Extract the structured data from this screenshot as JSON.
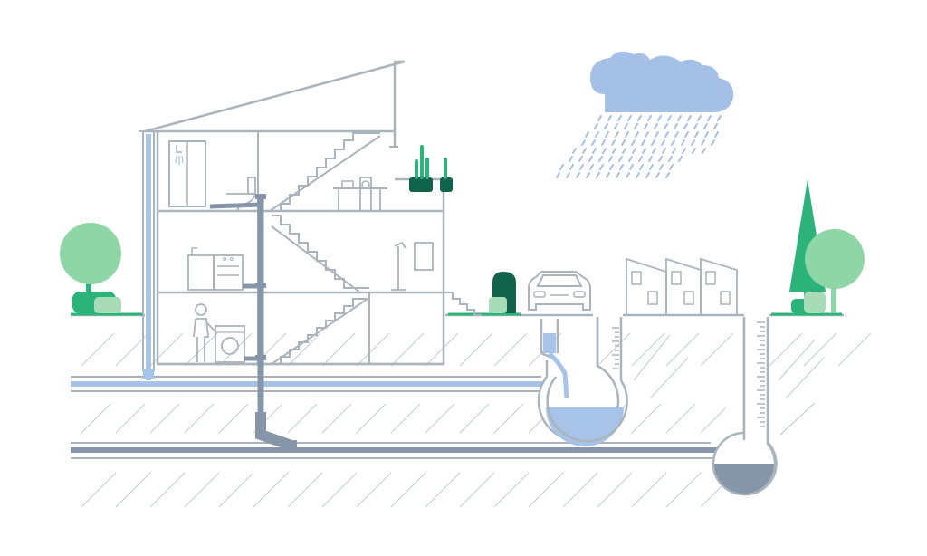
{
  "diagram": {
    "kind": "house-drainage-cross-section",
    "elements": [
      "house",
      "rain-cloud",
      "rain",
      "downpipe",
      "stormwater-pipe",
      "wastewater-pipe",
      "stormwater-chamber",
      "wastewater-chamber",
      "car",
      "neighbouring-houses",
      "trees",
      "bins"
    ]
  },
  "colors": {
    "outline": "#a9b4bc",
    "ground_line": "#b6bfc5",
    "hatch": "#c9cfd3",
    "stormwater": "#a7c3e8",
    "wastewater": "#8795a8",
    "cloud": "#a4c0e6",
    "rain": "#a4c0e6",
    "tree_light": "#8ed6a5",
    "tree_dark": "#2bb37a",
    "grass": "#2fb378",
    "bin_dark": "#11624a",
    "bin_mid": "#2e9e6a",
    "bush_light": "#a8dcb8"
  }
}
